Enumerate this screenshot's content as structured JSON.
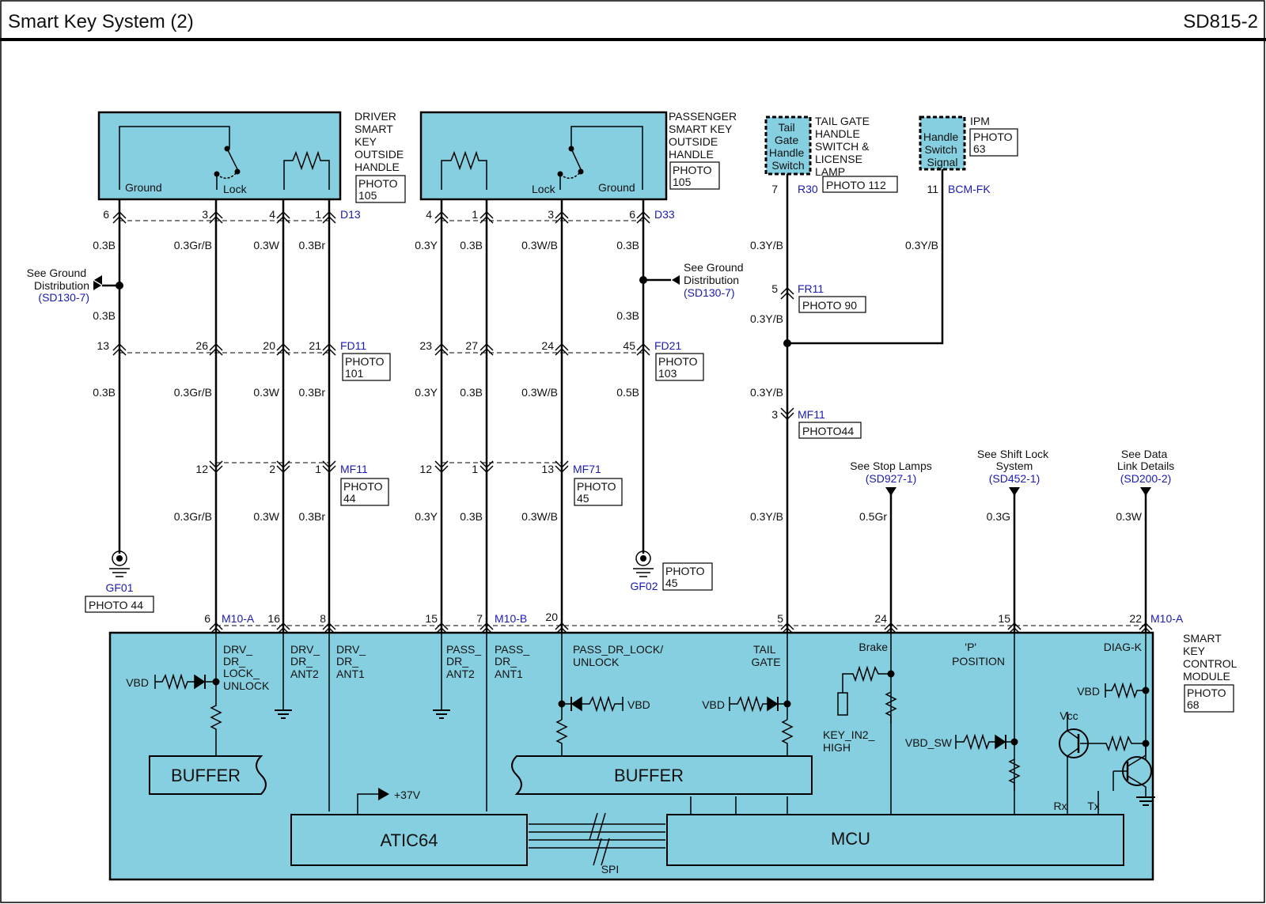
{
  "header": {
    "title": "Smart Key System (2)",
    "code": "SD815-2"
  },
  "driver_handle": {
    "name_lines": [
      "DRIVER",
      "SMART",
      "KEY",
      "OUTSIDE",
      "HANDLE"
    ],
    "photo_lines": [
      "PHOTO",
      "105"
    ],
    "ground_label": "Ground",
    "lock_label": "Lock",
    "connector": "D13",
    "pins": [
      "6",
      "3",
      "4",
      "1"
    ]
  },
  "passenger_handle": {
    "name_lines": [
      "PASSENGER",
      "SMART KEY",
      "OUTSIDE",
      "HANDLE"
    ],
    "photo_lines": [
      "PHOTO",
      "105"
    ],
    "ground_label": "Ground",
    "lock_label": "Lock",
    "connector": "D33",
    "pins": [
      "4",
      "1",
      "3",
      "6"
    ]
  },
  "tailgate": {
    "box_lines": [
      "Tail",
      "Gate",
      "Handle",
      "Switch"
    ],
    "name_lines": [
      "TAIL GATE",
      "HANDLE",
      "SWITCH &",
      "LICENSE",
      "LAMP"
    ],
    "pin": "7",
    "connector": "R30",
    "photo": "PHOTO 112"
  },
  "ipm": {
    "box_lines": [
      "Handle",
      "Switch",
      "Signal"
    ],
    "name": "IPM",
    "photo_lines": [
      "PHOTO",
      "63"
    ],
    "pin": "11",
    "connector": "BCM-FK"
  },
  "wire_labels": {
    "w_03b": "0.3B",
    "w_03grb": "0.3Gr/B",
    "w_03w": "0.3W",
    "w_03br": "0.3Br",
    "w_03y": "0.3Y",
    "w_03wb": "0.3W/B",
    "w_05b": "0.5B",
    "w_03yb": "0.3Y/B",
    "w_05gr": "0.5Gr",
    "w_03g": "0.3G"
  },
  "ground_refs": {
    "left_lines": [
      "See Ground",
      "Distribution"
    ],
    "left_ref": "(SD130-7)",
    "right_lines": [
      "See Ground",
      "Distribution"
    ],
    "right_ref": "(SD130-7)"
  },
  "connectors": {
    "fd11": {
      "name": "FD11",
      "pins": [
        "13",
        "26",
        "20",
        "21"
      ],
      "photo_lines": [
        "PHOTO",
        "101"
      ]
    },
    "fd21": {
      "name": "FD21",
      "pins": [
        "23",
        "27",
        "24",
        "45"
      ],
      "photo_lines": [
        "PHOTO",
        "103"
      ]
    },
    "fr11": {
      "name": "FR11",
      "pin": "5",
      "photo": "PHOTO 90"
    },
    "mf11a": {
      "name": "MF11",
      "pin": "3",
      "photo": "PHOTO44"
    },
    "mf11b": {
      "name": "MF11",
      "pins": [
        "12",
        "2",
        "1"
      ],
      "photo_lines": [
        "PHOTO",
        "44"
      ]
    },
    "mf71": {
      "name": "MF71",
      "pins": [
        "12",
        "1",
        "13"
      ],
      "photo_lines": [
        "PHOTO",
        "45"
      ]
    }
  },
  "grounds": {
    "gf01": {
      "name": "GF01",
      "photo": "PHOTO 44"
    },
    "gf02": {
      "name": "GF02",
      "photo_lines": [
        "PHOTO",
        "45"
      ]
    }
  },
  "refs": {
    "stop": {
      "lines": [
        "See Stop Lamps"
      ],
      "ref": "(SD927-1)"
    },
    "shift": {
      "lines": [
        "See Shift Lock",
        "System"
      ],
      "ref": "(SD452-1)"
    },
    "data": {
      "lines": [
        "See Data",
        "Link Details"
      ],
      "ref": "(SD200-2)"
    }
  },
  "module": {
    "name_lines": [
      "SMART",
      "KEY",
      "CONTROL",
      "MODULE"
    ],
    "photo_lines": [
      "PHOTO",
      "68"
    ],
    "conn_a": "M10-A",
    "conn_b": "M10-B",
    "conn_a2": "M10-A",
    "pins": [
      "6",
      "16",
      "8",
      "15",
      "7",
      "20",
      "5",
      "24",
      "15",
      "22"
    ],
    "sig_drv_lock": [
      "DRV_",
      "DR_",
      "LOCK_",
      "UNLOCK"
    ],
    "sig_drv_ant2": [
      "DRV_",
      "DR_",
      "ANT2"
    ],
    "sig_drv_ant1": [
      "DRV_",
      "DR_",
      "ANT1"
    ],
    "sig_pass_ant2": [
      "PASS_",
      "DR_",
      "ANT2"
    ],
    "sig_pass_ant1": [
      "PASS_",
      "DR_",
      "ANT1"
    ],
    "sig_pass_lock": [
      "PASS_DR_LOCK/",
      "UNLOCK"
    ],
    "sig_tail": [
      "TAIL",
      "GATE"
    ],
    "sig_brake": "Brake",
    "sig_p": [
      "'P'",
      "POSITION"
    ],
    "sig_diag": "DIAG-K",
    "vbd": "VBD",
    "vbd_sw": "VBD_SW",
    "vcc": "Vcc",
    "key_in2": [
      "KEY_IN2_",
      "HIGH"
    ],
    "v37": "+37V",
    "buffer1": "BUFFER",
    "buffer2": "BUFFER",
    "atic": "ATIC64",
    "mcu": "MCU",
    "spi": "SPI",
    "rx": "Rx",
    "tx": "Tx"
  }
}
